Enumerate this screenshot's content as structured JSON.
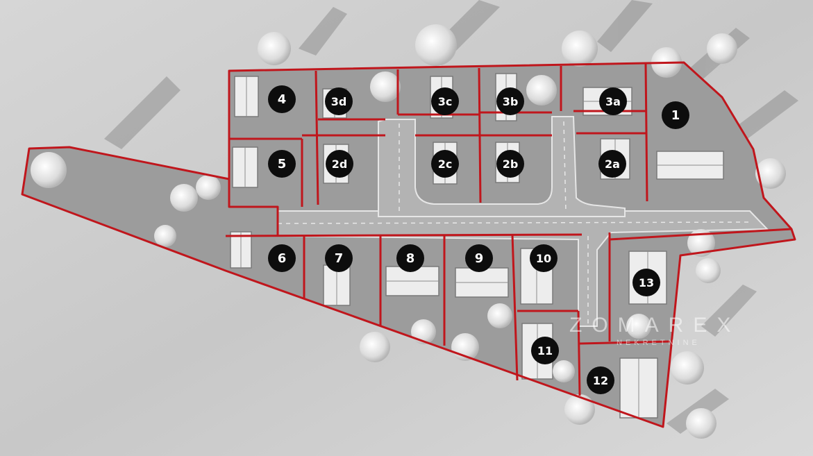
{
  "colors": {
    "boundary": "#c0161c",
    "ground": "#cfcfcf",
    "lawn": "#9a9a9a",
    "road": "#a9a9a9",
    "marker": "#0d0d0d",
    "marker_text": "#ffffff"
  },
  "plots": [
    {
      "id": "1",
      "label": "1"
    },
    {
      "id": "2a",
      "label": "2a"
    },
    {
      "id": "2b",
      "label": "2b"
    },
    {
      "id": "2c",
      "label": "2c"
    },
    {
      "id": "2d",
      "label": "2d"
    },
    {
      "id": "3a",
      "label": "3a"
    },
    {
      "id": "3b",
      "label": "3b"
    },
    {
      "id": "3c",
      "label": "3c"
    },
    {
      "id": "3d",
      "label": "3d"
    },
    {
      "id": "4",
      "label": "4"
    },
    {
      "id": "5",
      "label": "5"
    },
    {
      "id": "6",
      "label": "6"
    },
    {
      "id": "7",
      "label": "7"
    },
    {
      "id": "8",
      "label": "8"
    },
    {
      "id": "9",
      "label": "9"
    },
    {
      "id": "10",
      "label": "10"
    },
    {
      "id": "11",
      "label": "11"
    },
    {
      "id": "12",
      "label": "12"
    },
    {
      "id": "13",
      "label": "13"
    }
  ],
  "watermark": {
    "brand": "ZOMAREX",
    "sub": "NEKRETNINE"
  }
}
